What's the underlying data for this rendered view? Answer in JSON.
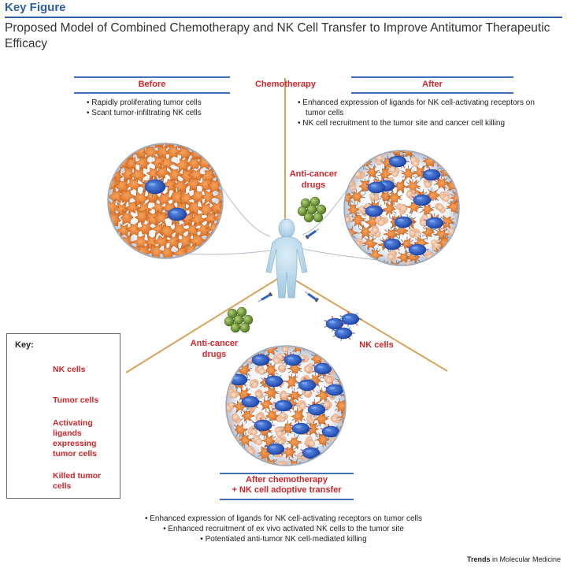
{
  "header": {
    "label": "Key Figure",
    "title": "Proposed Model of Combined Chemotherapy and NK Cell Transfer to Improve Antitumor Therapeutic Efficacy"
  },
  "sections": {
    "before": {
      "title": "Before",
      "bullets": [
        "• Rapidly proliferating tumor cells",
        "• Scant tumor-infiltrating NK cells"
      ]
    },
    "chemo": {
      "title": "Chemotherapy"
    },
    "after": {
      "title": "After",
      "bullets": [
        "• Enhanced expression of ligands for NK cell-activating receptors on",
        "tumor cells",
        "• NK cell recruitment to the tumor site and cancer cell killing"
      ]
    },
    "combined": {
      "title_line1": "After chemotherapy",
      "title_line2": "+ NK cell adoptive transfer",
      "bullets": [
        "• Enhanced expression of ligands for NK cell-activating receptors on tumor cells",
        "• Enhanced recruitment of ex vivo activated NK cells to the tumor site",
        "• Potentiated anti-tumor NK cell-mediated killing"
      ]
    }
  },
  "labels": {
    "drugs_top_line1": "Anti-cancer",
    "drugs_top_line2": "drugs",
    "drugs_left_line1": "Anti-cancer",
    "drugs_left_line2": "drugs",
    "nk_cells": "NK cells"
  },
  "key": {
    "title": "Key:",
    "nk": "NK cells",
    "tumor": "Tumor cells",
    "activating_1": "Activating",
    "activating_2": "ligands",
    "activating_3": "expressing",
    "activating_4": "tumor cells",
    "killed_1": "Killed tumor",
    "killed_2": "cells"
  },
  "footer": {
    "brand": "Trends",
    "rest": " in Molecular Medicine"
  },
  "colors": {
    "accent_blue": "#2f5fa3",
    "label_red": "#d2262b",
    "tumor_orange": "#e9843a",
    "killed_peach": "#f3c7a8",
    "nk_blue": "#2f63c8",
    "line_tan": "#d9a35e",
    "body_lightblue": "#b9dcee"
  }
}
